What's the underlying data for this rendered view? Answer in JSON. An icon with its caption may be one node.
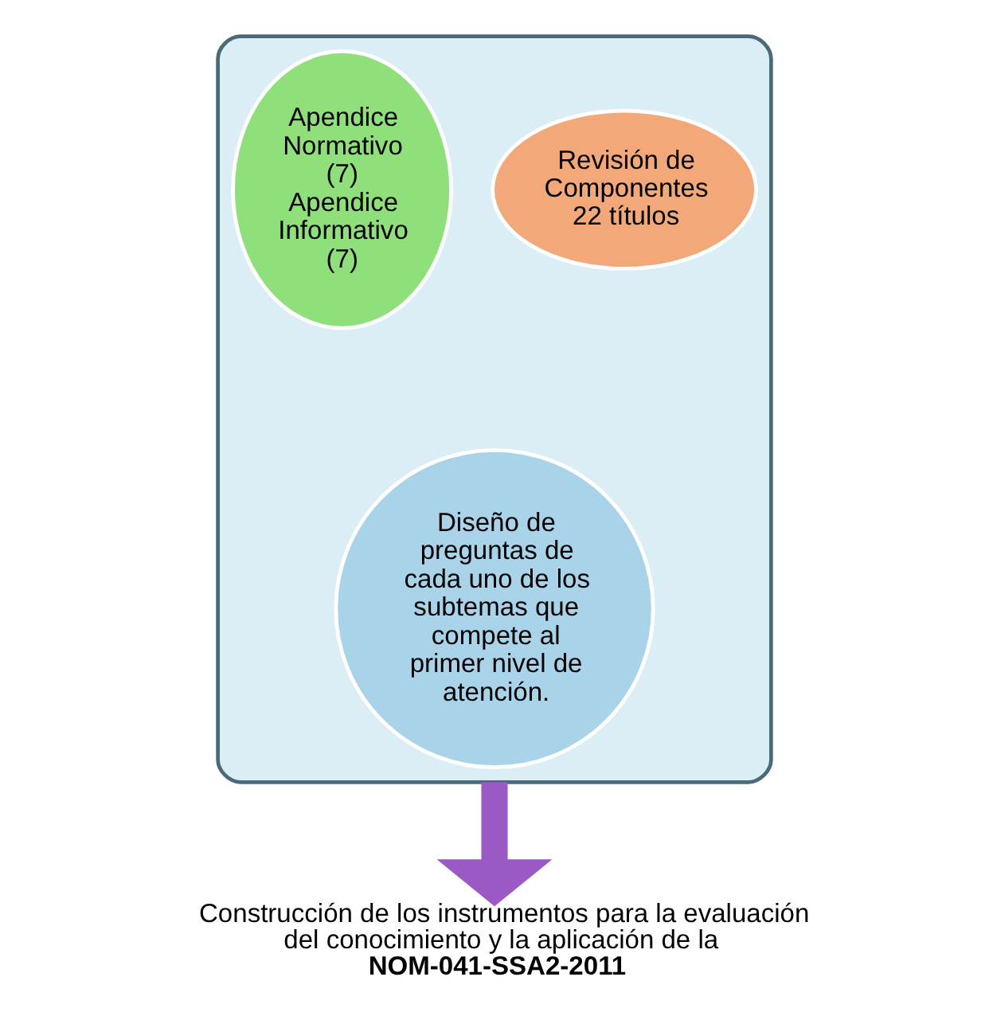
{
  "diagram": {
    "nodes": [
      {
        "text": [],
        "shape": "funnel"
      },
      {
        "text": [
          "Apendice Normativo (7)",
          "Apendice Informativo (7)"
        ],
        "in": 0
      },
      {
        "text": [
          "Revisión de Componentes",
          "22 títulos"
        ],
        "in": 0
      },
      {
        "text": [
          "Diseño de preguntas de cada uno de los subtemas que compete al primer nivel de atención."
        ],
        "in": 0
      },
      {
        "text": [
          "Construcción de los instrumentos para la evaluación del conocimiento y la aplicación de la **NOM-041-SSA2-2011**"
        ]
      }
    ],
    "edges": [
      {
        "from": 0,
        "to": 4,
        "arrow": "to"
      }
    ]
  }
}
